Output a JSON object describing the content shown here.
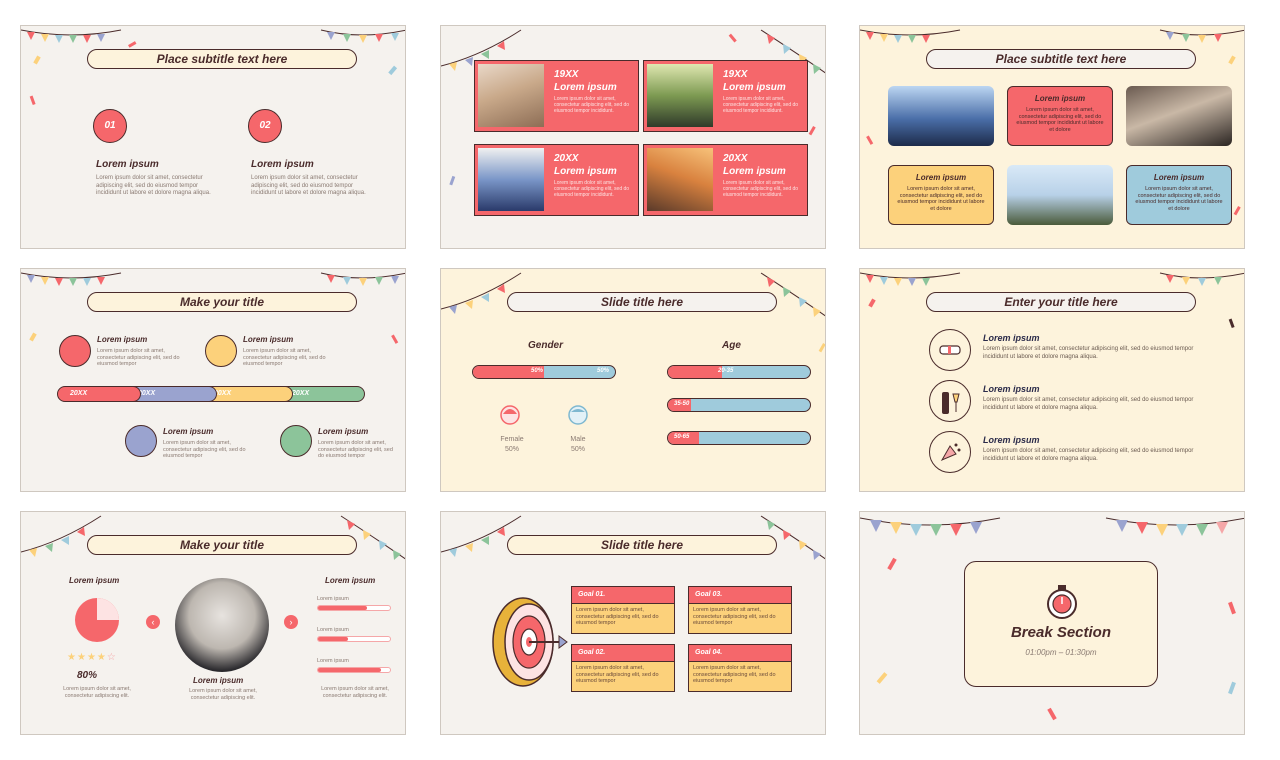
{
  "slides": {
    "s1": {
      "title": "Place subtitle text here",
      "items": [
        {
          "num": "01",
          "heading": "Lorem ipsum",
          "body": "Lorem ipsum dolor sit amet, consectetur adipiscing elit, sed do eiusmod tempor incididunt ut labore et dolore magna aliqua."
        },
        {
          "num": "02",
          "heading": "Lorem ipsum",
          "body": "Lorem ipsum dolor sit amet, consectetur adipiscing elit, sed do eiusmod tempor incididunt ut labore et dolore magna aliqua."
        }
      ]
    },
    "s2": {
      "cards": [
        {
          "year": "19XX",
          "heading": "Lorem ipsum",
          "body": "Lorem ipsum dolor sit amet, consectetur adipiscing elit, sed do eiusmod tempor incididunt."
        },
        {
          "year": "19XX",
          "heading": "Lorem ipsum",
          "body": "Lorem ipsum dolor sit amet, consectetur adipiscing elit, sed do eiusmod tempor incididunt."
        },
        {
          "year": "20XX",
          "heading": "Lorem ipsum",
          "body": "Lorem ipsum dolor sit amet, consectetur adipiscing elit, sed do eiusmod tempor incididunt."
        },
        {
          "year": "20XX",
          "heading": "Lorem ipsum",
          "body": "Lorem ipsum dolor sit amet, consectetur adipiscing elit, sed do eiusmod tempor incididunt."
        }
      ]
    },
    "s3": {
      "title": "Place subtitle text here",
      "boxes": [
        {
          "heading": "Lorem ipsum",
          "body": "Lorem ipsum dolor sit amet, consectetur adipiscing elit, sed do eiusmod tempor incididunt ut labore et dolore"
        },
        {
          "heading": "Lorem ipsum",
          "body": "Lorem ipsum dolor sit amet, consectetur adipiscing elit, sed do eiusmod tempor incididunt ut labore et dolore"
        },
        {
          "heading": "Lorem ipsum",
          "body": "Lorem ipsum dolor sit amet, consectetur adipiscing elit, sed do eiusmod tempor incididunt ut labore et dolore"
        }
      ]
    },
    "s4": {
      "title": "Make your title",
      "items": [
        {
          "heading": "Lorem ipsum",
          "body": "Lorem ipsum dolor sit amet, consectetur adipiscing elit, sed do eiusmod tempor"
        },
        {
          "heading": "Lorem ipsum",
          "body": "Lorem ipsum dolor sit amet, consectetur adipiscing elit, sed do eiusmod tempor"
        },
        {
          "heading": "Lorem ipsum",
          "body": "Lorem ipsum dolor sit amet, consectetur adipiscing elit, sed do eiusmod tempor"
        },
        {
          "heading": "Lorem ipsum",
          "body": "Lorem ipsum dolor sit amet, consectetur adipiscing elit, sed do eiusmod tempor"
        }
      ],
      "years": [
        "20XX",
        "20XX",
        "20XX",
        "20XX"
      ]
    },
    "s5": {
      "title": "Slide title here",
      "gender_label": "Gender",
      "age_label": "Age",
      "gender_left": "50%",
      "gender_right": "50%",
      "gender_share": 0.5,
      "ages": [
        {
          "label": "20-35",
          "share": 0.38
        },
        {
          "label": "35-50",
          "share": 0.16
        },
        {
          "label": "50-65",
          "share": 0.22
        }
      ],
      "female": "Female",
      "female_pct": "50%",
      "male": "Male",
      "male_pct": "50%"
    },
    "s6": {
      "title": "Enter your title here",
      "items": [
        {
          "heading": "Lorem ipsum",
          "body": "Lorem ipsum dolor sit amet, consectetur adipiscing elit, sed do eiusmod tempor incididunt ut labore et dolore magna aliqua."
        },
        {
          "heading": "Lorem ipsum",
          "body": "Lorem ipsum dolor sit amet, consectetur adipiscing elit, sed do eiusmod tempor incididunt ut labore et dolore magna aliqua."
        },
        {
          "heading": "Lorem ipsum",
          "body": "Lorem ipsum dolor sit amet, consectetur adipiscing elit, sed do eiusmod tempor incididunt ut labore et dolore magna aliqua."
        }
      ]
    },
    "s7": {
      "title": "Make your title",
      "left_heading": "Lorem ipsum",
      "stars_filled": 4,
      "stars_total": 5,
      "percent": "80%",
      "left_body": "Lorem ipsum dolor sit amet, consectetur adipiscing elit.",
      "center_heading": "Lorem ipsum",
      "center_body": "Lorem ipsum dolor sit amet, consectetur adipiscing elit.",
      "right_heading": "Lorem ipsum",
      "sliders": [
        {
          "label": "Lorem ipsum",
          "level": 0.68
        },
        {
          "label": "Lorem ipsum",
          "level": 0.42
        },
        {
          "label": "Lorem ipsum",
          "level": 0.88
        }
      ],
      "right_body": "Lorem ipsum dolor sit amet, consectetur adipiscing elit."
    },
    "s8": {
      "title": "Slide title here",
      "goals": [
        {
          "label": "Goal 01.",
          "body": "Lorem ipsum dolor sit amet, consectetur adipiscing elit, sed do eiusmod tempor"
        },
        {
          "label": "Goal 03.",
          "body": "Lorem ipsum dolor sit amet, consectetur adipiscing elit, sed do eiusmod tempor"
        },
        {
          "label": "Goal 02.",
          "body": "Lorem ipsum dolor sit amet, consectetur adipiscing elit, sed do eiusmod tempor"
        },
        {
          "label": "Goal 04.",
          "body": "Lorem ipsum dolor sit amet, consectetur adipiscing elit, sed do eiusmod tempor"
        }
      ]
    },
    "s9": {
      "title": "Break Section",
      "time": "01:00pm – 01:30pm"
    }
  },
  "colors": {
    "coral": "#f5676b",
    "yellow": "#fcd17b",
    "blue": "#9fcbdc",
    "purple": "#9aa3cf",
    "green": "#8cc49a",
    "brown": "#4a2b2b",
    "cream": "#fdf3dc",
    "grey": "#f5f2ee"
  }
}
